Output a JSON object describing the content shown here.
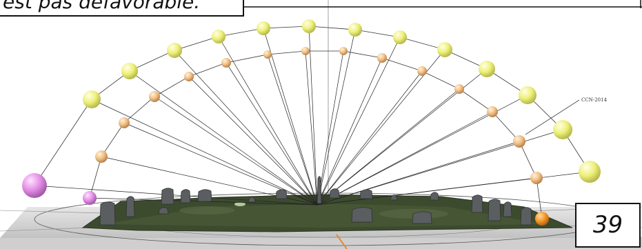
{
  "caption": "est pas défavorable.",
  "page_number": "39",
  "annotation_label": "CCN-2014",
  "colors": {
    "outer_sphere": "#f2f48c",
    "inner_sphere": "#f3c48e",
    "violet_sphere": "#e690e8",
    "orange_sphere": "#f59a2a",
    "ground": "#3b4a2c",
    "orange_line": "#e08a3a"
  }
}
